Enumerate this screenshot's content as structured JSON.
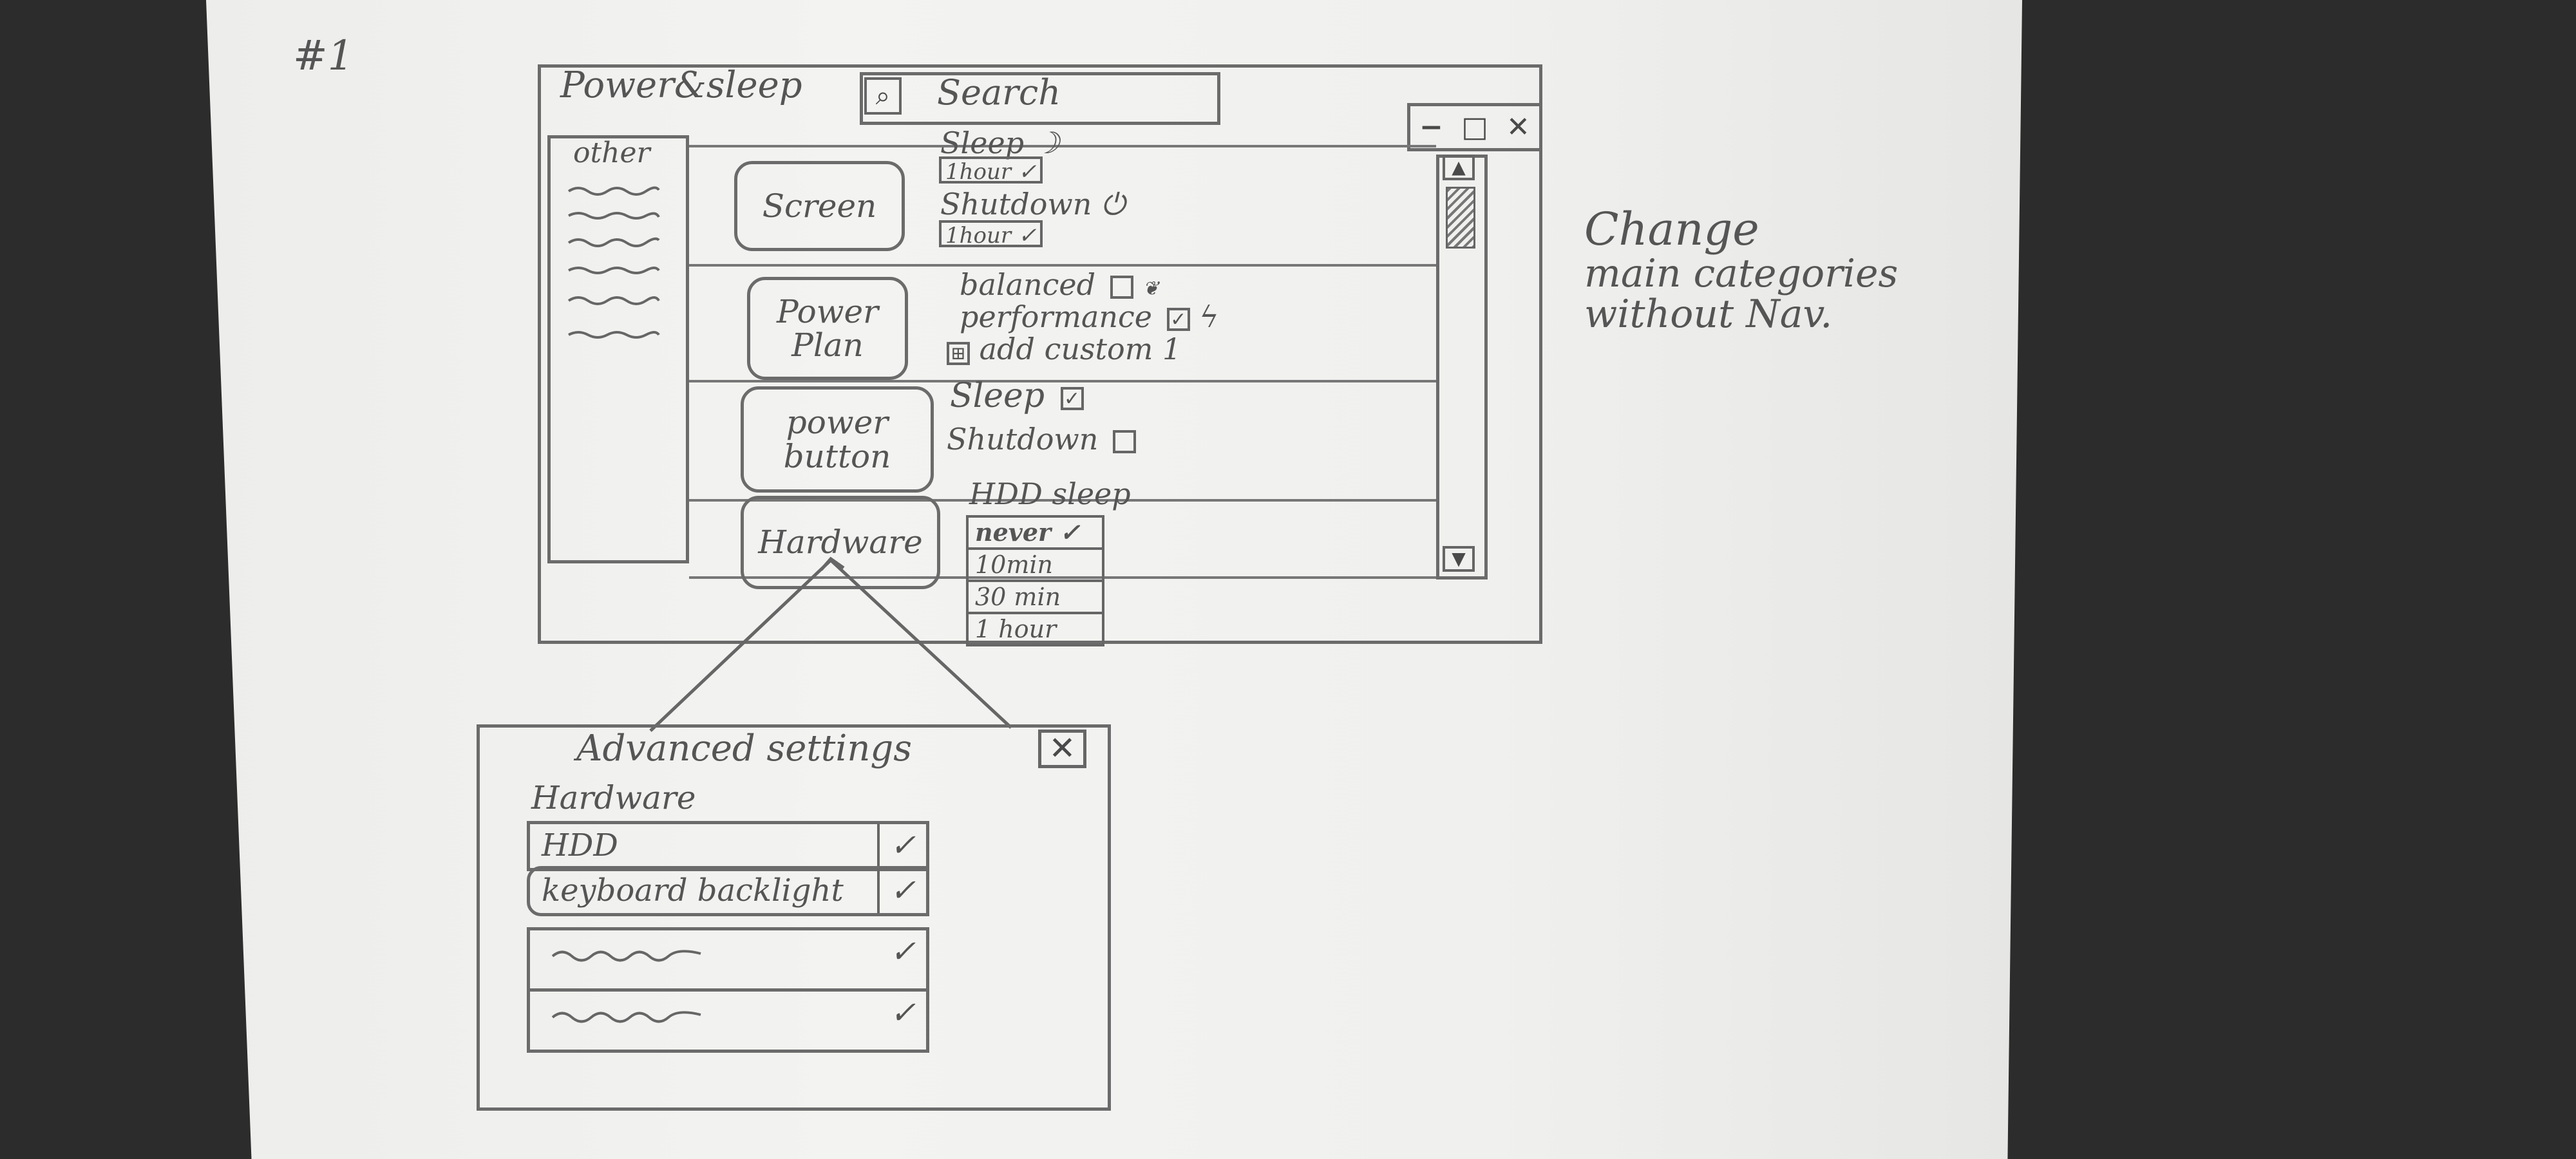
{
  "page_number": "#1",
  "window": {
    "title": "Power&sleep",
    "search": {
      "label": "Search"
    },
    "controls": [
      "−",
      "□",
      "✕"
    ]
  },
  "sidebar": {
    "label": "other"
  },
  "categories": [
    {
      "label": "Screen"
    },
    {
      "label": "Power Plan"
    },
    {
      "label": "power button"
    },
    {
      "label": "Hardware"
    }
  ],
  "screen_options": {
    "sleep_label": "Sleep",
    "sleep_value": "1hour",
    "shutdown_label": "Shutdown",
    "shutdown_value": "1hour"
  },
  "power_plan_options": {
    "balanced": "balanced",
    "performance": "performance",
    "add_custom": "add custom 1"
  },
  "power_button_options": {
    "sleep": "Sleep",
    "shutdown": "Shutdown"
  },
  "hardware_options": {
    "hdd_sleep_label": "HDD sleep",
    "hdd_options": [
      "never",
      "10min",
      "30 min",
      "1 hour"
    ]
  },
  "note": [
    "Change",
    "main categories",
    "without Nav."
  ],
  "advanced_dialog": {
    "title": "Advanced settings",
    "subtitle": "Hardware",
    "rows": [
      {
        "label": "HDD"
      },
      {
        "label": "keyboard backlight"
      }
    ]
  }
}
